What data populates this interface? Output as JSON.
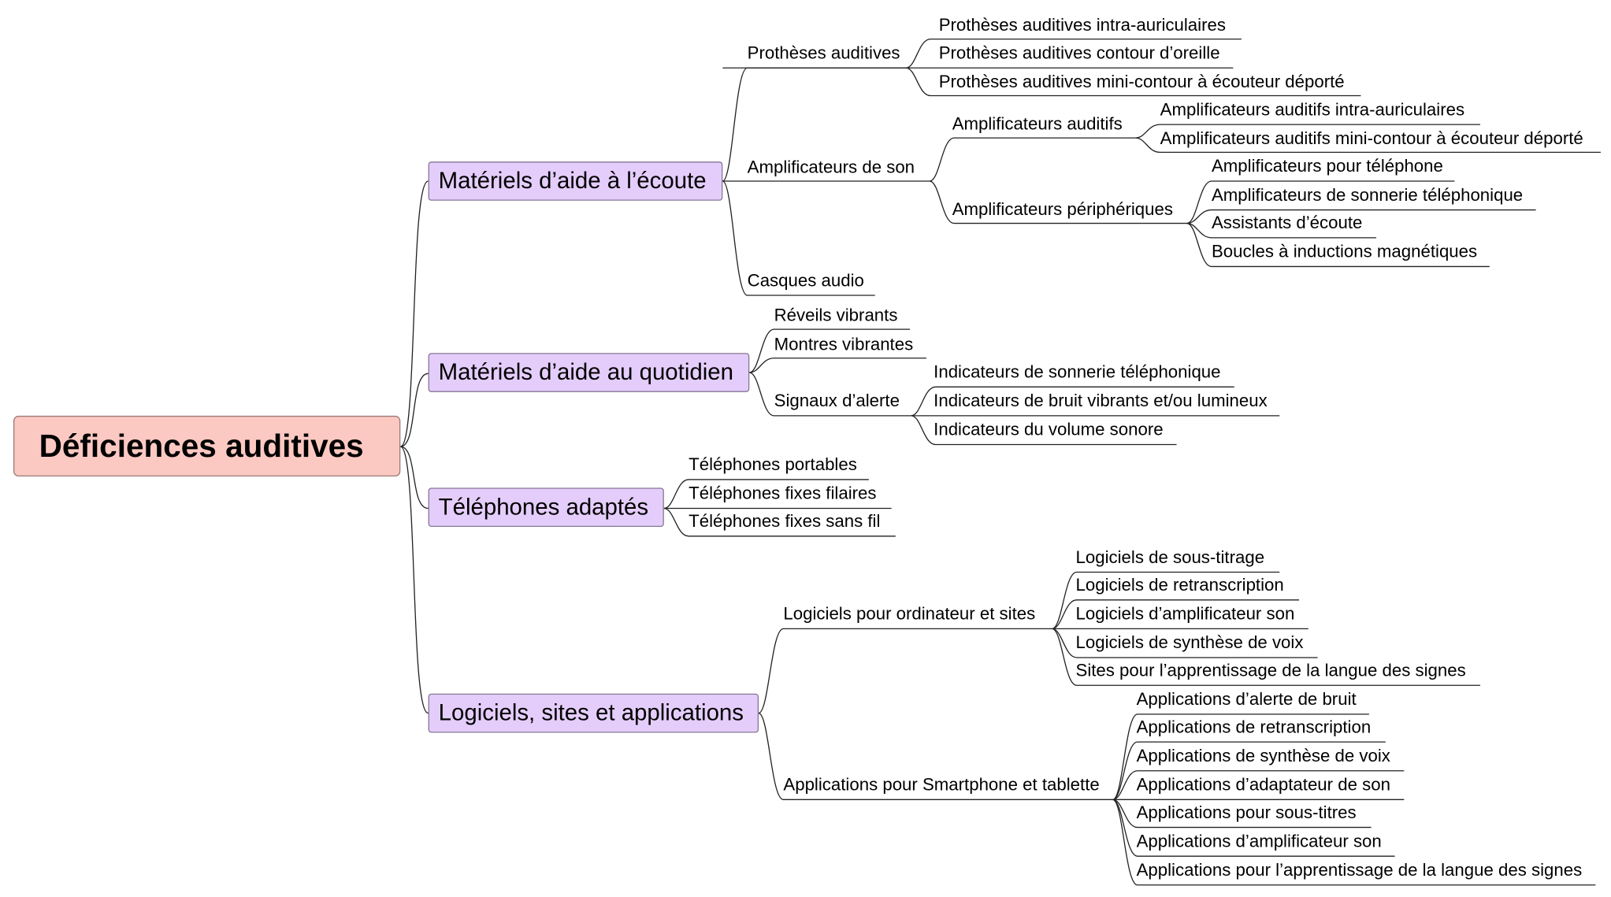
{
  "root": "Déficiences auditives",
  "branches": [
    {
      "label": "Matériels d’aide à l’écoute",
      "children": [
        {
          "label": "Prothèses auditives",
          "children": [
            "Prothèses auditives intra-auriculaires",
            "Prothèses auditives contour d’oreille",
            "Prothèses auditives mini-contour à écouteur déporté"
          ]
        },
        {
          "label": "Amplificateurs de son",
          "children": [
            {
              "label": "Amplificateurs auditifs",
              "children": [
                "Amplificateurs auditifs intra-auriculaires",
                "Amplificateurs auditifs mini-contour à écouteur déporté"
              ]
            },
            {
              "label": "Amplificateurs périphériques",
              "children": [
                "Amplificateurs pour téléphone",
                "Amplificateurs de sonnerie téléphonique",
                "Assistants d’écoute",
                "Boucles à inductions magnétiques"
              ]
            }
          ]
        },
        {
          "label": "Casques audio"
        }
      ]
    },
    {
      "label": "Matériels d’aide au quotidien",
      "children": [
        {
          "label": "Réveils vibrants"
        },
        {
          "label": "Montres vibrantes"
        },
        {
          "label": "Signaux d’alerte",
          "children": [
            "Indicateurs de sonnerie téléphonique",
            "Indicateurs de bruit vibrants et/ou lumineux",
            "Indicateurs du volume sonore"
          ]
        }
      ]
    },
    {
      "label": "Téléphones adaptés",
      "children": [
        {
          "label": "Téléphones portables"
        },
        {
          "label": "Téléphones fixes filaires"
        },
        {
          "label": "Téléphones fixes sans fil"
        }
      ]
    },
    {
      "label": "Logiciels, sites et applications",
      "children": [
        {
          "label": "Logiciels pour ordinateur et sites",
          "children": [
            "Logiciels de sous-titrage",
            "Logiciels de retranscription",
            "Logiciels d’amplificateur son",
            "Logiciels de synthèse de voix",
            "Sites pour l’apprentissage de la langue des signes"
          ]
        },
        {
          "label": "Applications pour Smartphone et tablette",
          "children": [
            "Applications d’alerte de bruit",
            "Applications de retranscription",
            "Applications de synthèse de voix",
            "Applications d’adaptateur de son",
            "Applications pour sous-titres",
            "Applications d’amplificateur son",
            "Applications pour l’apprentissage de la langue des signes"
          ]
        }
      ]
    }
  ]
}
